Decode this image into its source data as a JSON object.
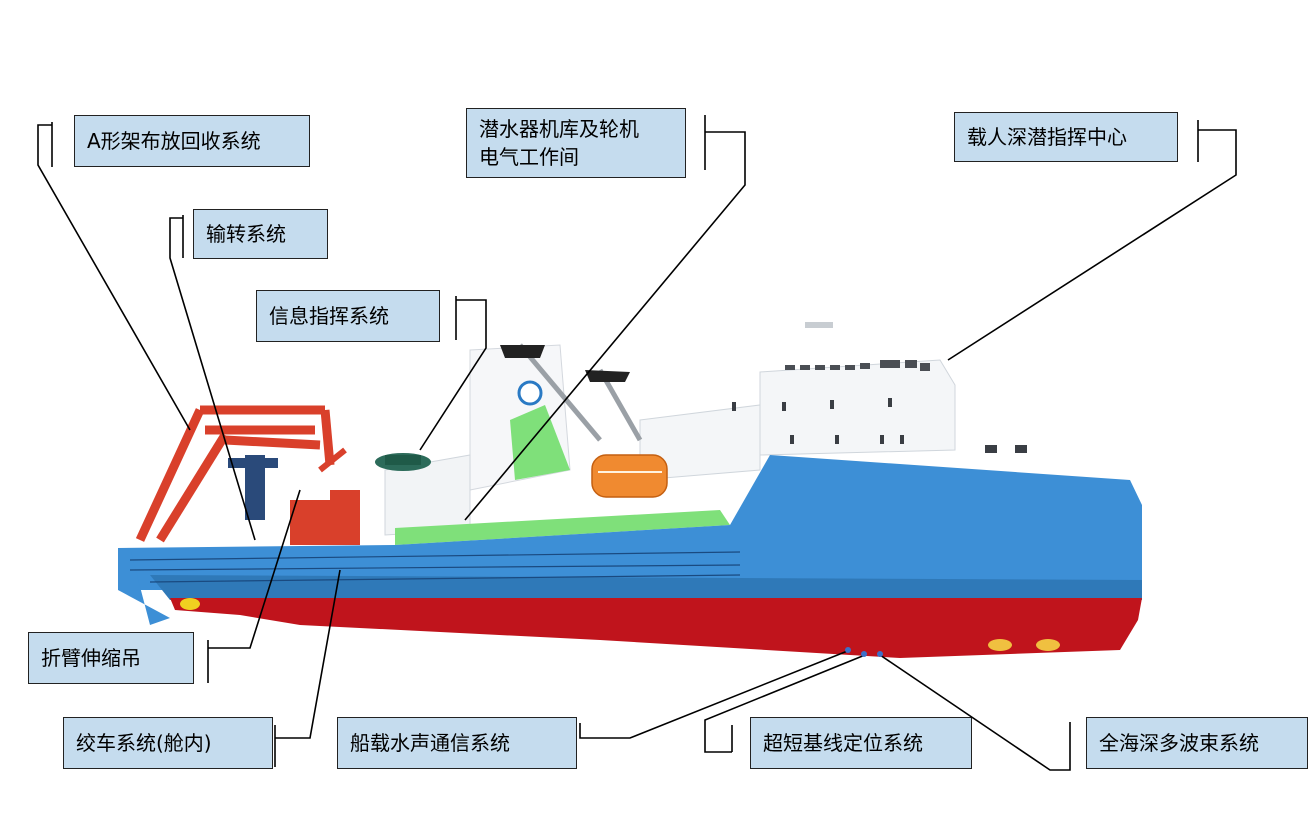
{
  "labels": {
    "a_frame": "A形架布放回收系统",
    "transfer": "输转系统",
    "info_command": "信息指挥系统",
    "hangar": "潜水器机库及轮机\n电气工作间",
    "command_center": "载人深潜指挥中心",
    "crane": "折臂伸缩吊",
    "winch": "绞车系统(舱内)",
    "acoustic_comm": "船载水声通信系统",
    "usbl": "超短基线定位系统",
    "multibeam": "全海深多波束系统"
  },
  "colors": {
    "label_fill": "#c5dcee",
    "hull_blue": "#3d8fd6",
    "hull_red": "#c0141c",
    "deck_green": "#7fe07a",
    "a_frame_red": "#d9402b",
    "superstructure": "#ffffff"
  }
}
